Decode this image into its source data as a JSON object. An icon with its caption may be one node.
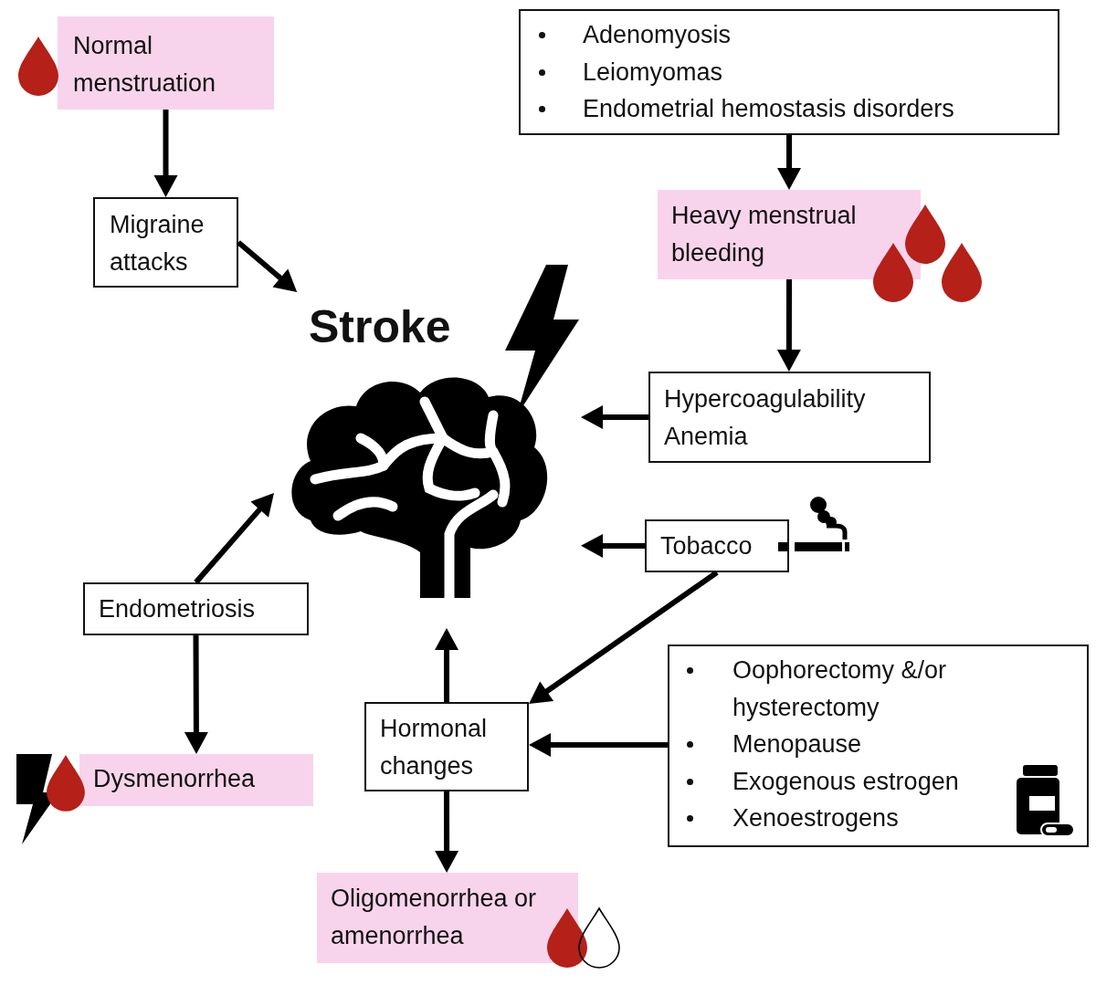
{
  "diagram": {
    "nodes": [
      {
        "text": [
          "Normal menstruation"
        ]
      },
      {
        "text": [
          "Migraine attacks"
        ]
      },
      {
        "text": [
          "Stroke"
        ]
      },
      {
        "text": [
          "Adenomyosis",
          "Leiomyomas",
          "Endometrial hemostasis disorders"
        ]
      },
      {
        "text": [
          "Heavy menstrual bleeding"
        ]
      },
      {
        "text": [
          "Hypercoagulability",
          "Anemia"
        ]
      },
      {
        "text": [
          "Tobacco"
        ]
      },
      {
        "text": [
          "Oophorectomy &/or hysterectomy",
          "Menopause",
          "Exogenous estrogen",
          "Xenoestrogens"
        ]
      },
      {
        "text": [
          "Endometriosis"
        ]
      },
      {
        "text": [
          "Hormonal changes"
        ]
      },
      {
        "text": [
          "Dysmenorrhea"
        ]
      },
      {
        "text": [
          "Oligomenorrhea or amenorrhea"
        ]
      }
    ],
    "edges": [
      {
        "from": 0,
        "to": 1,
        "arrow": "to"
      },
      {
        "from": 1,
        "to": 2,
        "arrow": "to"
      },
      {
        "from": 3,
        "to": 4,
        "arrow": "to"
      },
      {
        "from": 4,
        "to": 5,
        "arrow": "to"
      },
      {
        "from": 5,
        "to": 2,
        "arrow": "to"
      },
      {
        "from": 6,
        "to": 2,
        "arrow": "to"
      },
      {
        "from": 6,
        "to": 9,
        "arrow": "to"
      },
      {
        "from": 7,
        "to": 9,
        "arrow": "to"
      },
      {
        "from": 8,
        "to": 2,
        "arrow": "to"
      },
      {
        "from": 8,
        "to": 10,
        "arrow": "to"
      },
      {
        "from": 9,
        "to": 2,
        "arrow": "to"
      },
      {
        "from": 9,
        "to": 11,
        "arrow": "to"
      }
    ]
  }
}
